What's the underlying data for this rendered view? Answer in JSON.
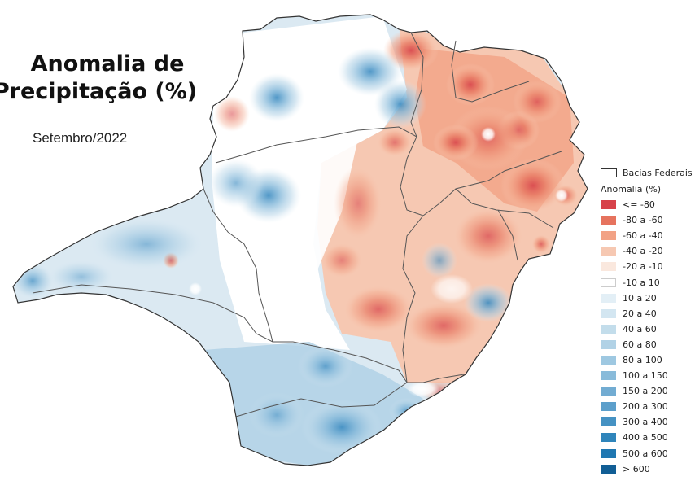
{
  "title": {
    "line1": "Anomalia de",
    "line2": "Precipitação (%)"
  },
  "subtitle": "Setembro/2022",
  "legend": {
    "basins_label": "Bacias Federais",
    "anomaly_title": "Anomalia (%)",
    "items": [
      {
        "label": "<= -80",
        "color": "#d7424a"
      },
      {
        "label": "-80 a -60",
        "color": "#e6735e"
      },
      {
        "label": "-60 a -40",
        "color": "#f2a285"
      },
      {
        "label": "-40 a -20",
        "color": "#f6c8b2"
      },
      {
        "label": "-20 a -10",
        "color": "#fae8de"
      },
      {
        "label": "-10 a 10",
        "color": "#ffffff"
      },
      {
        "label": "10 a 20",
        "color": "#e3eff6"
      },
      {
        "label": "20 a 40",
        "color": "#d3e6f1"
      },
      {
        "label": "40 a 60",
        "color": "#c3ddeb"
      },
      {
        "label": "60 a 80",
        "color": "#b1d2e6"
      },
      {
        "label": "80 a 100",
        "color": "#9ec8e1"
      },
      {
        "label": "100 a 150",
        "color": "#89bbda"
      },
      {
        "label": "150 a 200",
        "color": "#72acd2"
      },
      {
        "label": "200 a 300",
        "color": "#5c9fcb"
      },
      {
        "label": "300 a 400",
        "color": "#4592c3"
      },
      {
        "label": "400 a 500",
        "color": "#2f85bb"
      },
      {
        "label": "500 a 600",
        "color": "#1f77b1"
      },
      {
        "label": "> 600",
        "color": "#115e95"
      }
    ]
  }
}
